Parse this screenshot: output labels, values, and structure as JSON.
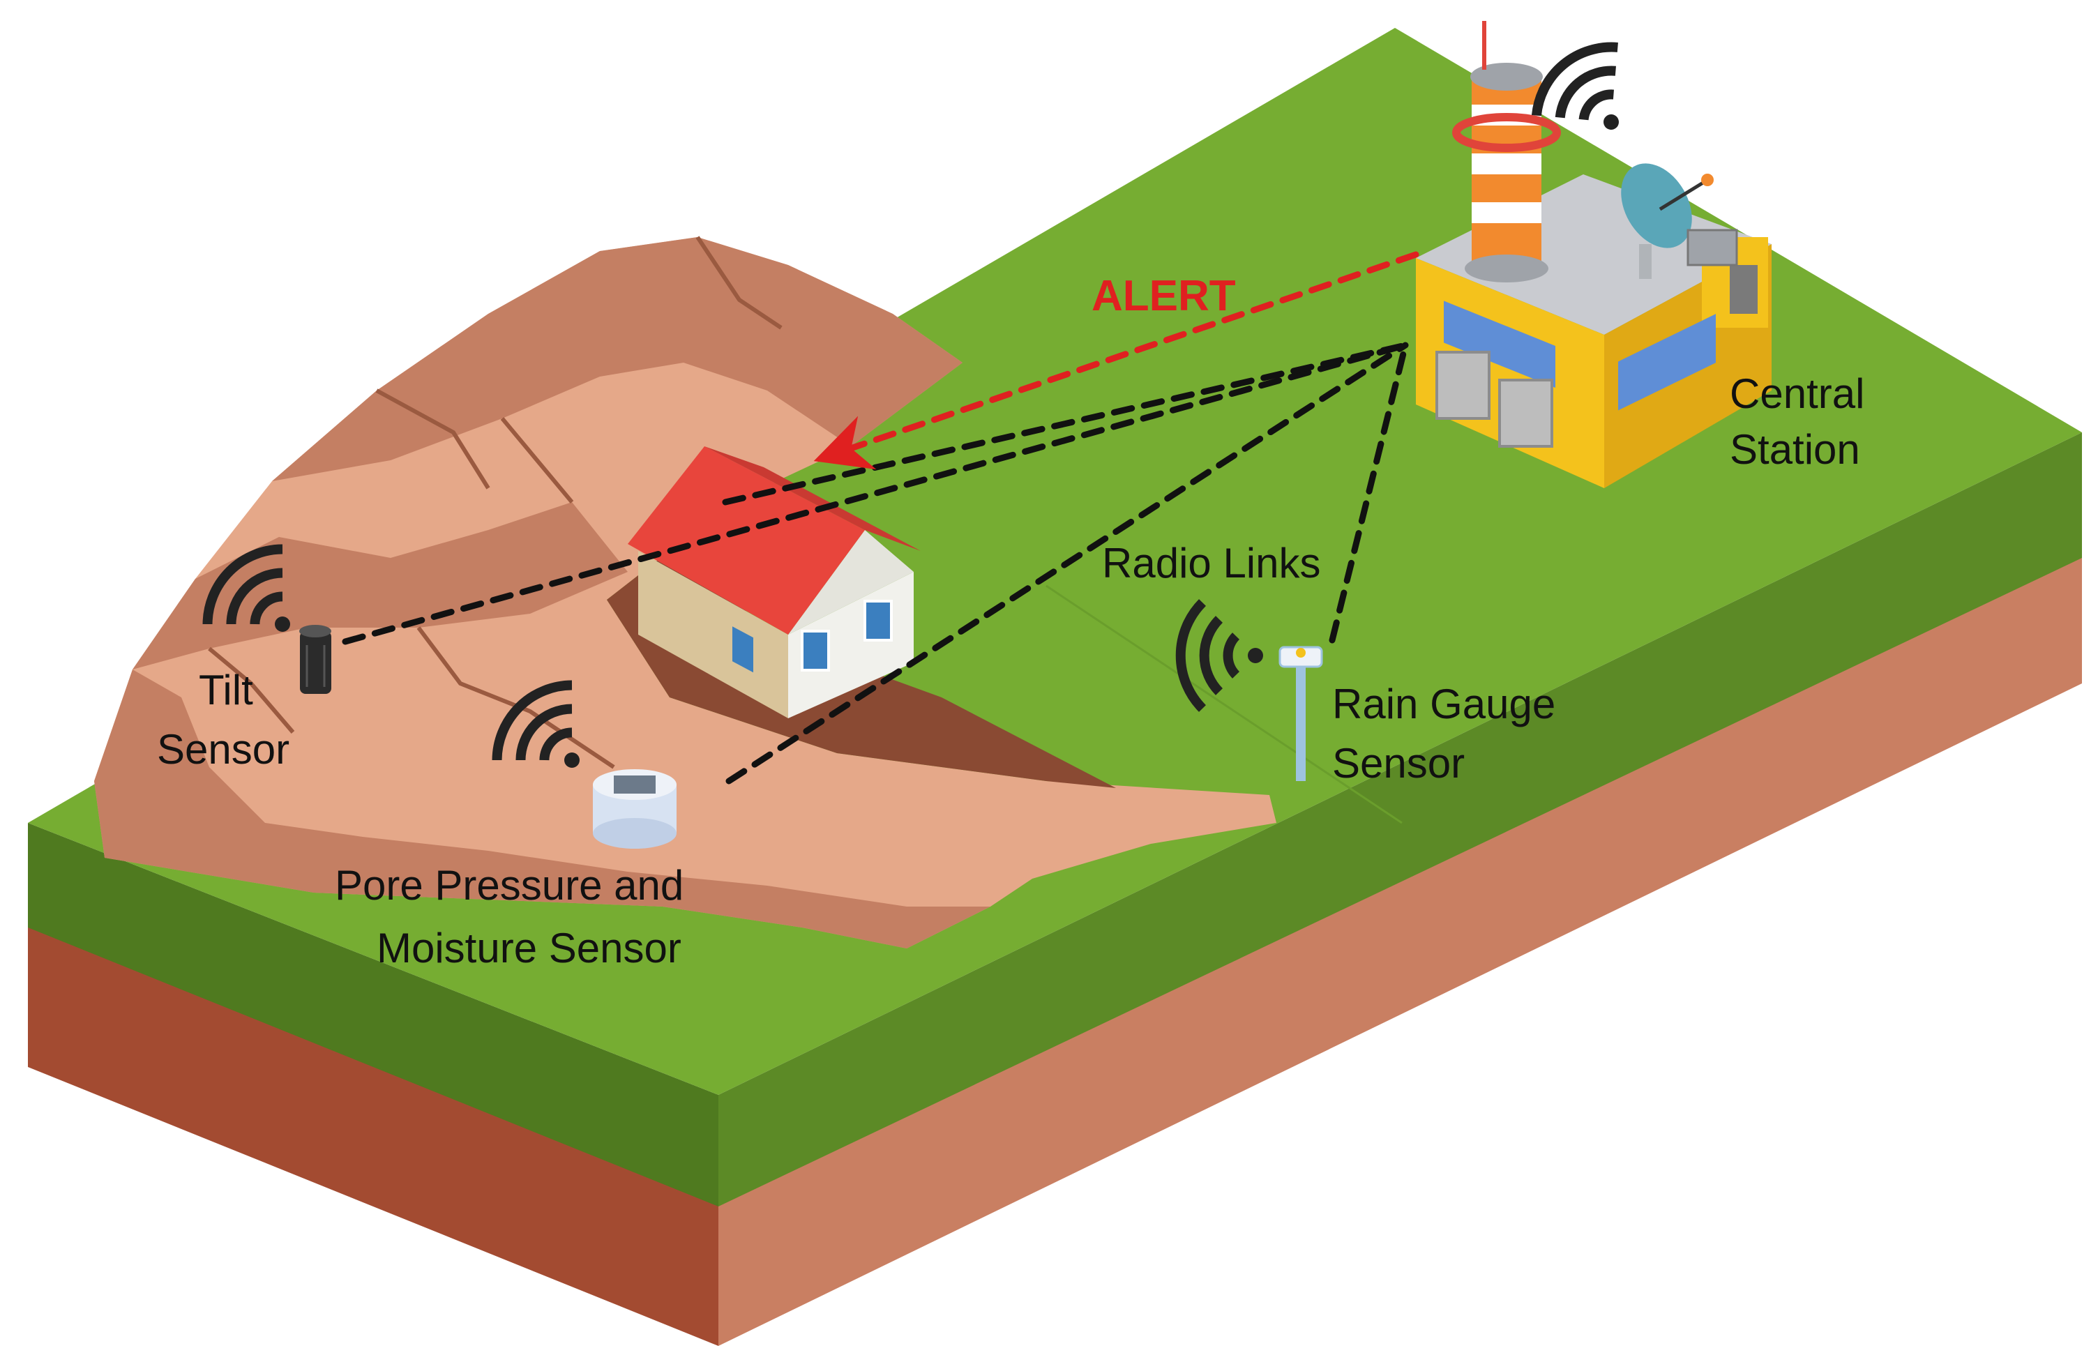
{
  "labels": {
    "alert": "ALERT",
    "central_station_line1": "Central",
    "central_station_line2": "Station",
    "radio_links": "Radio Links",
    "tilt_sensor_line1": "Tilt",
    "tilt_sensor_line2": "Sensor",
    "rain_gauge_line1": "Rain Gauge",
    "rain_gauge_line2": "Sensor",
    "pore_pressure_line1": "Pore Pressure and",
    "pore_pressure_line2": "Moisture Sensor"
  },
  "colors": {
    "ground_top": "#76ad32",
    "ground_side_left": "#4f7a1f",
    "ground_side_right": "#5c8a26",
    "soil_side": "#c97f62",
    "soil_dark": "#a34b31",
    "rock_light": "#e5a889",
    "rock_mid": "#c47f63",
    "rock_dark": "#8a4a33",
    "alert_red": "#e02020",
    "link_black": "#111111",
    "building_yellow": "#f4c21c",
    "roof_red": "#e8453c"
  },
  "icons": {
    "signal": "wifi-signal-icon",
    "tower": "radio-tower-icon",
    "dish": "satellite-dish-icon",
    "tilt_sensor": "tilt-sensor-icon",
    "rain_gauge": "rain-gauge-icon",
    "pore_sensor": "pore-pressure-sensor-icon",
    "house": "house-icon",
    "station": "central-station-building-icon"
  }
}
